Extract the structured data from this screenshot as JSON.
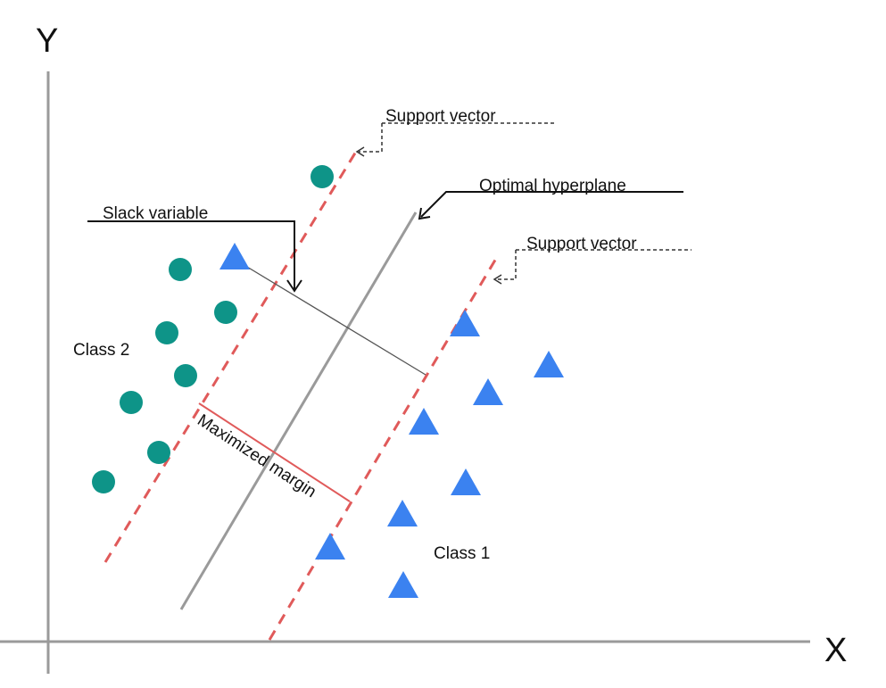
{
  "axes": {
    "x_label": "X",
    "y_label": "Y"
  },
  "labels": {
    "support_vector_top": "Support vector",
    "support_vector_right": "Support vector",
    "optimal_hyperplane": "Optimal hyperplane",
    "slack_variable": "Slack variable",
    "maximized_margin": "Maximized margin",
    "class_1": "Class 1",
    "class_2": "Class 2"
  },
  "colors": {
    "circle": "#0e9488",
    "triangle": "#3b82f0",
    "margin_line": "#e05a5a",
    "hyperplane": "#9a9a9a",
    "axis": "#9a9a9a",
    "annotation": "#111111"
  },
  "icons": {
    "class_1_marker": "triangle-icon",
    "class_2_marker": "circle-icon"
  }
}
